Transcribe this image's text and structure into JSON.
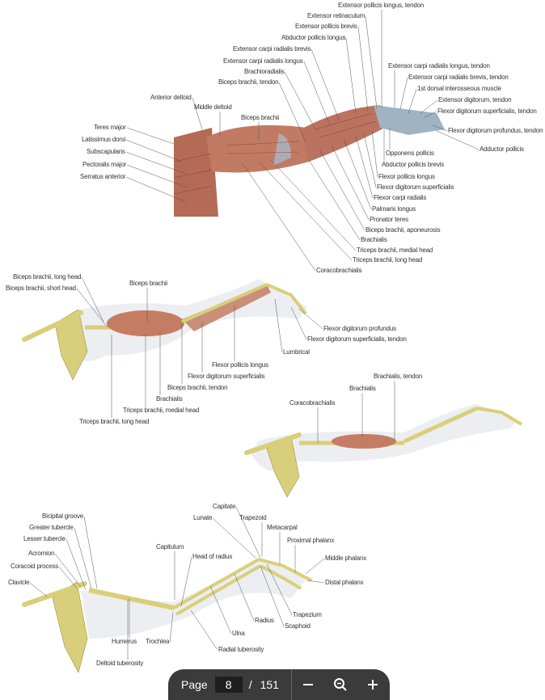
{
  "figures": [
    {
      "labels": [
        "Extensor pollicis longus, tendon",
        "Extensor retinaculum",
        "Extensor pollicis brevis",
        "Abductor pollicis longus",
        "Extensor carpi radialis brevis",
        "Extensor carpi radialis longus",
        "Brachioradialis",
        "Biceps brachii, tendon",
        "Anterior deltoid",
        "Middle deltoid",
        "Biceps brachii",
        "Extensor carpi radialis longus, tendon",
        "Extensor carpi radialis brevis, tendon",
        "1st dorsal interosseous muscle",
        "Extensor digitorum, tendon",
        "Flexor digitorum superficialis, tendon",
        "Flexor digitorum profundus, tendon",
        "Teres major",
        "Latissimus dorsi",
        "Subscapularis",
        "Pectoralis major",
        "Serratus anterior",
        "Opponens pollicis",
        "Adductor pollicis",
        "Abductor pollicis brevis",
        "Flexor pollicis longus",
        "Flexor digitorum superficialis",
        "Flexor carpi radialis",
        "Palmaris longus",
        "Pronator teres",
        "Biceps brachii, aponeurosis",
        "Brachialis",
        "Triceps brachii, medial head",
        "Triceps brachii, long head",
        "Coracobrachialis"
      ]
    },
    {
      "labels": [
        "Biceps brachii, long head",
        "Biceps brachii, short head",
        "Biceps brachii",
        "Flexor digitorum profundus",
        "Flexor digitorum superficialis, tendon",
        "Lumbrical",
        "Flexor pollicis longus",
        "Flexor digitorum superficialis",
        "Biceps brachii, tendon",
        "Brachialis",
        "Triceps brachii, medial head",
        "Triceps brachii, long head"
      ]
    },
    {
      "labels": [
        "Brachialis, tendon",
        "Brachialis",
        "Coracobrachialis"
      ]
    },
    {
      "labels": [
        "Capitate",
        "Lunate",
        "Trapezoid",
        "Metacarpal",
        "Bicipital groove",
        "Greater tubercle",
        "Lesser tubercle",
        "Acromion",
        "Coracoid process",
        "Proximal phalanx",
        "Capitulum",
        "Head of radius",
        "Middle phalanx",
        "Clavicle",
        "Distal phalanx",
        "Trapezium",
        "Radius",
        "Scaphoid",
        "Ulna",
        "Humerus",
        "Trochlea",
        "Radial tuberosity",
        "Deltoid tuberosity"
      ]
    }
  ],
  "toolbar": {
    "page_label": "Page",
    "current_page": "8",
    "separator": "/",
    "total_pages": "151",
    "zoom_out_icon": "minus-icon",
    "zoom_icon": "magnifier-icon",
    "zoom_in_icon": "plus-icon"
  },
  "colors": {
    "muscle": "#bd7560",
    "bone": "#d9cf7a",
    "skin": "#e4e6ea",
    "toolbar": "#3b3b3b"
  }
}
